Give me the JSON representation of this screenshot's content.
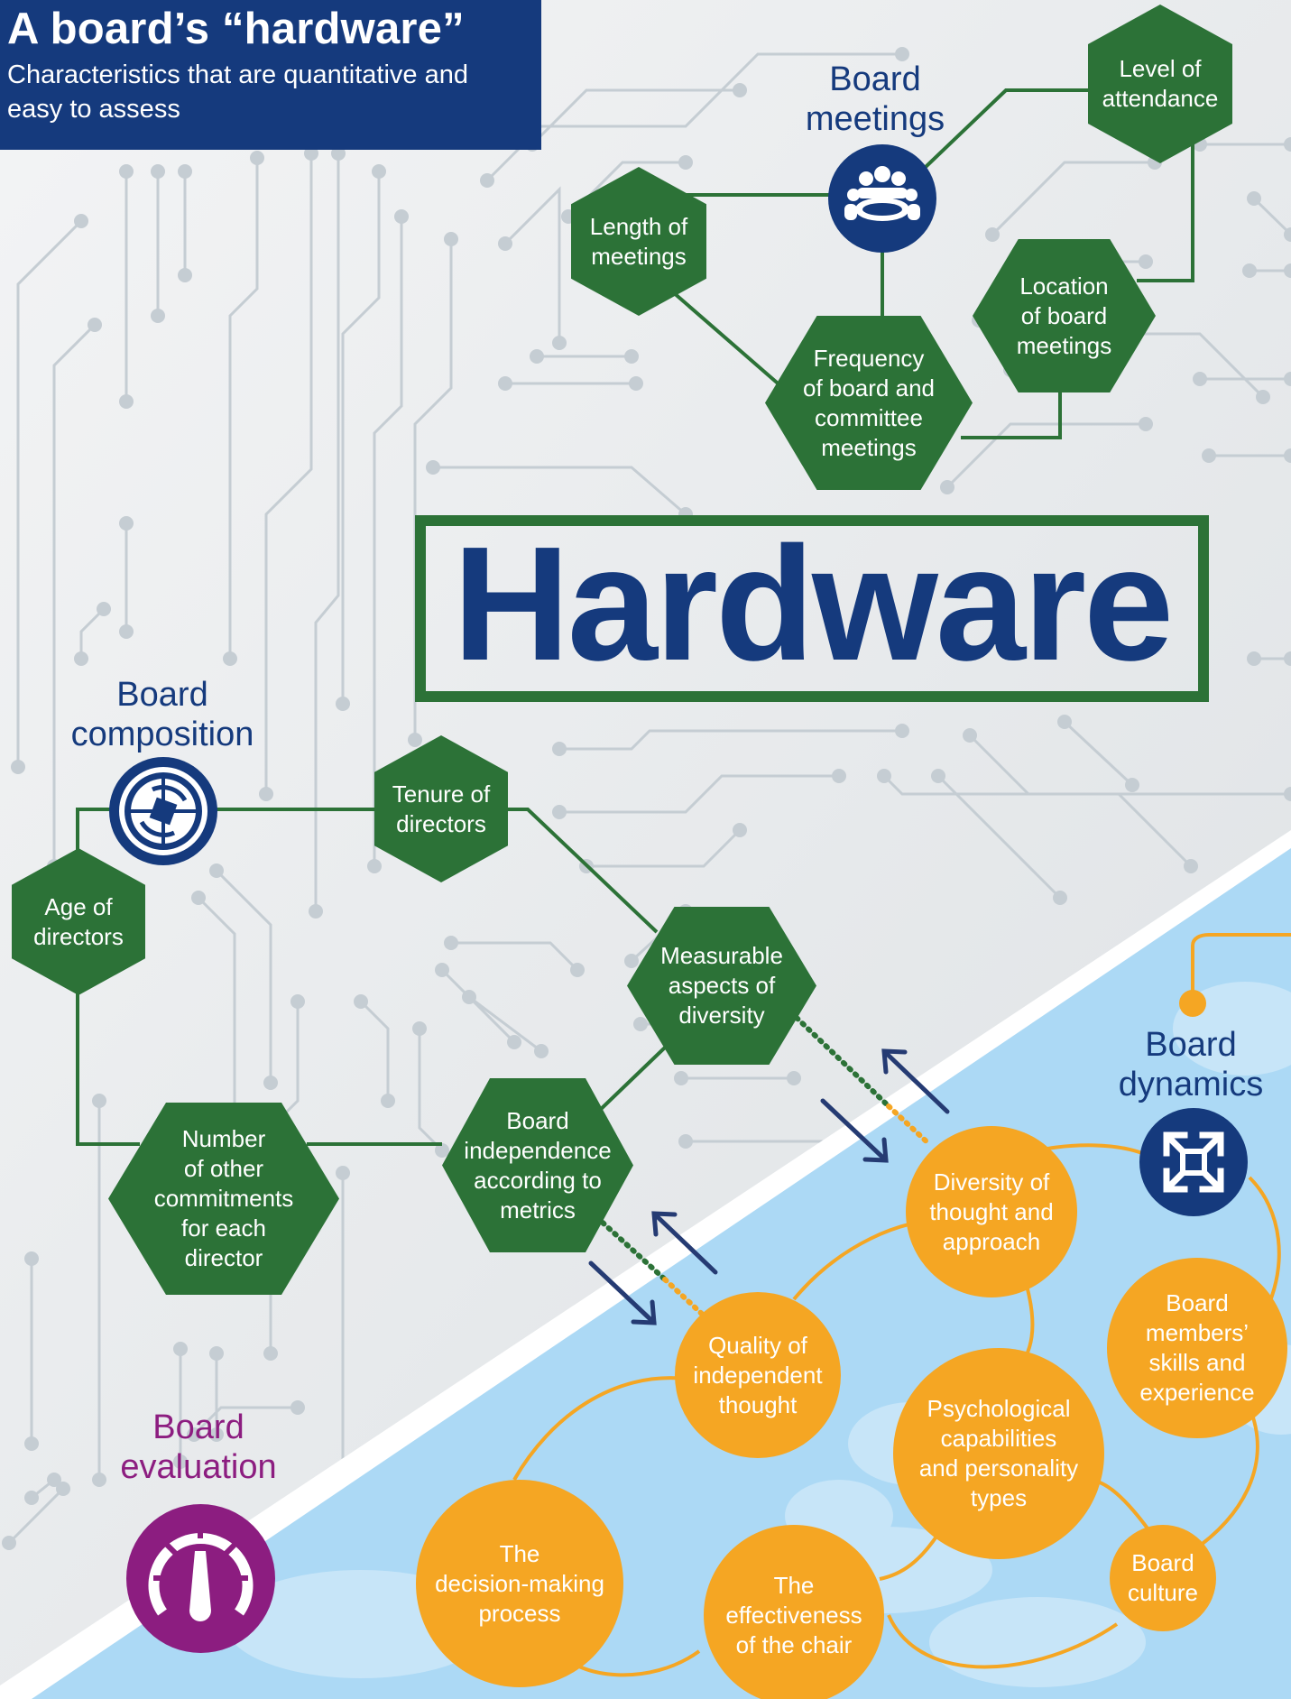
{
  "header": {
    "title": "A board’s “hardware”",
    "subtitle": "Characteristics that are quantitative and easy to assess"
  },
  "main_label": "Hardware",
  "colors": {
    "navy": "#153a7d",
    "green": "#2c7237",
    "orange": "#f5a623",
    "purple": "#8c1d80",
    "sky": "#acd9f5",
    "circuit": "#c5cdd3"
  },
  "sections": {
    "board_meetings": {
      "label": "Board\nmeetings",
      "icon": "people-meeting-icon"
    },
    "board_composition": {
      "label": "Board\ncomposition",
      "icon": "shutter-icon"
    },
    "board_dynamics": {
      "label": "Board\ndynamics",
      "icon": "expand-arrows-icon"
    },
    "board_evaluation": {
      "label": "Board\nevaluation",
      "icon": "gauge-icon"
    }
  },
  "hardware_items": {
    "level_of_attendance": "Level of\nattendance",
    "length_of_meetings": "Length of\nmeetings",
    "location_of_board_meetings": "Location\nof board\nmeetings",
    "frequency_of_meetings": "Frequency\nof board and\ncommittee\nmeetings",
    "tenure_of_directors": "Tenure of\ndirectors",
    "age_of_directors": "Age of\ndirectors",
    "measurable_diversity": "Measurable\naspects of\ndiversity",
    "board_independence": "Board\nindependence\naccording to\nmetrics",
    "number_of_other_commitments": "Number\nof other\ncommitments\nfor each\ndirector"
  },
  "software_items": {
    "diversity_of_thought": "Diversity of\nthought and\napproach",
    "skills_and_experience": "Board\nmembers’\nskills and\nexperience",
    "quality_of_independent_thought": "Quality of\nindependent\nthought",
    "psychological_capabilities": "Psychological\ncapabilities\nand personality\ntypes",
    "decision_making_process": "The\ndecision-making\nprocess",
    "effectiveness_of_chair": "The\neffectiveness\nof the chair",
    "board_culture": "Board\nculture"
  }
}
